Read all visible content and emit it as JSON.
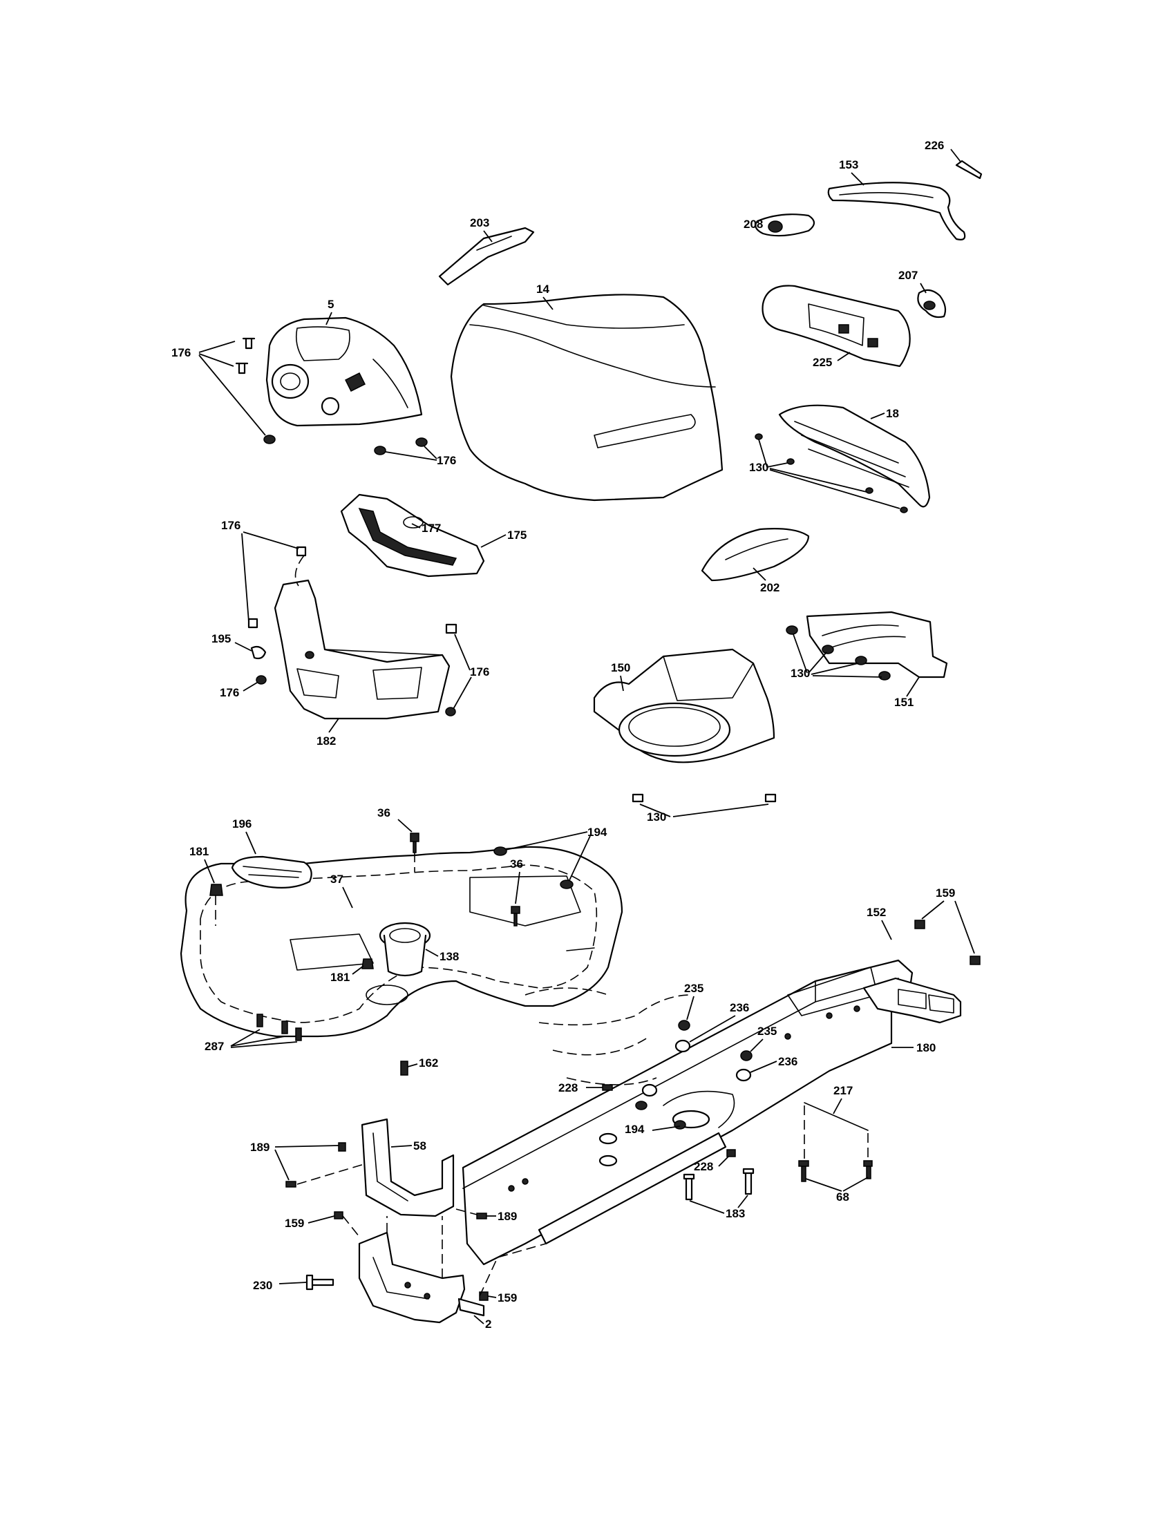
{
  "callouts": {
    "c226": "226",
    "c153": "153",
    "c203": "203",
    "c208": "208",
    "c14": "14",
    "c207": "207",
    "c5": "5",
    "c176a": "176",
    "c225": "225",
    "c18": "18",
    "c176b": "176",
    "c130a": "130",
    "c176c": "176",
    "c177": "177",
    "c175": "175",
    "c202": "202",
    "c195": "195",
    "c150": "150",
    "c130b": "130",
    "c151": "151",
    "c176d": "176",
    "c176e": "176",
    "c182": "182",
    "c130c": "130",
    "c196": "196",
    "c36a": "36",
    "c194a": "194",
    "c181a": "181",
    "c37": "37",
    "c36b": "36",
    "c159a": "159",
    "c152": "152",
    "c138": "138",
    "c181b": "181",
    "c235a": "235",
    "c236a": "236",
    "c180": "180",
    "c287": "287",
    "c235b": "235",
    "c162": "162",
    "c236b": "236",
    "c228a": "228",
    "c217": "217",
    "c194b": "194",
    "c189a": "189",
    "c58": "58",
    "c228b": "228",
    "c68": "68",
    "c183": "183",
    "c159b": "159",
    "c189b": "189",
    "c230": "230",
    "c159c": "159",
    "c2": "2"
  }
}
